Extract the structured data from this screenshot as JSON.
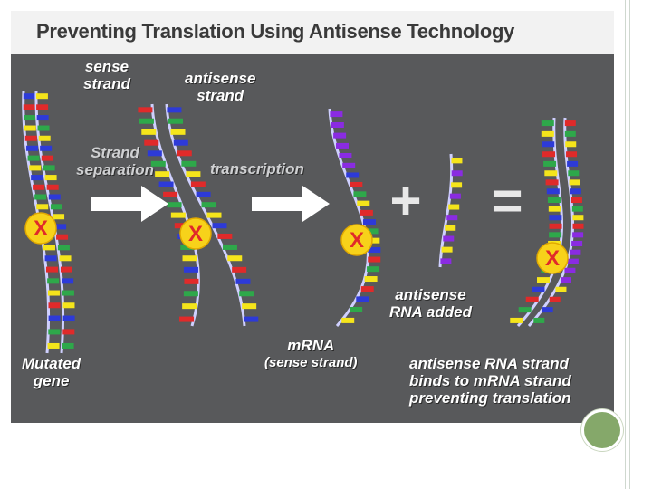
{
  "figure": {
    "title": "Preventing Translation Using Antisense Technology",
    "labels": {
      "sense_strand": [
        "sense",
        "strand"
      ],
      "antisense_strand": [
        "antisense",
        "strand"
      ],
      "strand_separation": [
        "Strand",
        "separation"
      ],
      "transcription": "transcription",
      "mutated_gene": [
        "Mutated",
        "gene"
      ],
      "mrna": [
        "mRNA",
        "(sense strand)"
      ],
      "antisense_added": [
        "antisense",
        "RNA added"
      ],
      "result": [
        "antisense RNA strand",
        "binds to mRNA strand",
        "preventing translation"
      ]
    },
    "symbols": {
      "plus": "+",
      "equals": "=",
      "mutation_mark": "X"
    },
    "colors": {
      "background": "#58595b",
      "title_bar": "#f2f2f2",
      "backbone": "#cfd0ff",
      "base_red": "#e02a2a",
      "base_green": "#2ea84a",
      "base_blue": "#2d3ad8",
      "base_yellow": "#f5e51b",
      "base_purple": "#8a2be2",
      "mutation_marker": "#f7d21a",
      "arrow": "#ffffff"
    }
  }
}
